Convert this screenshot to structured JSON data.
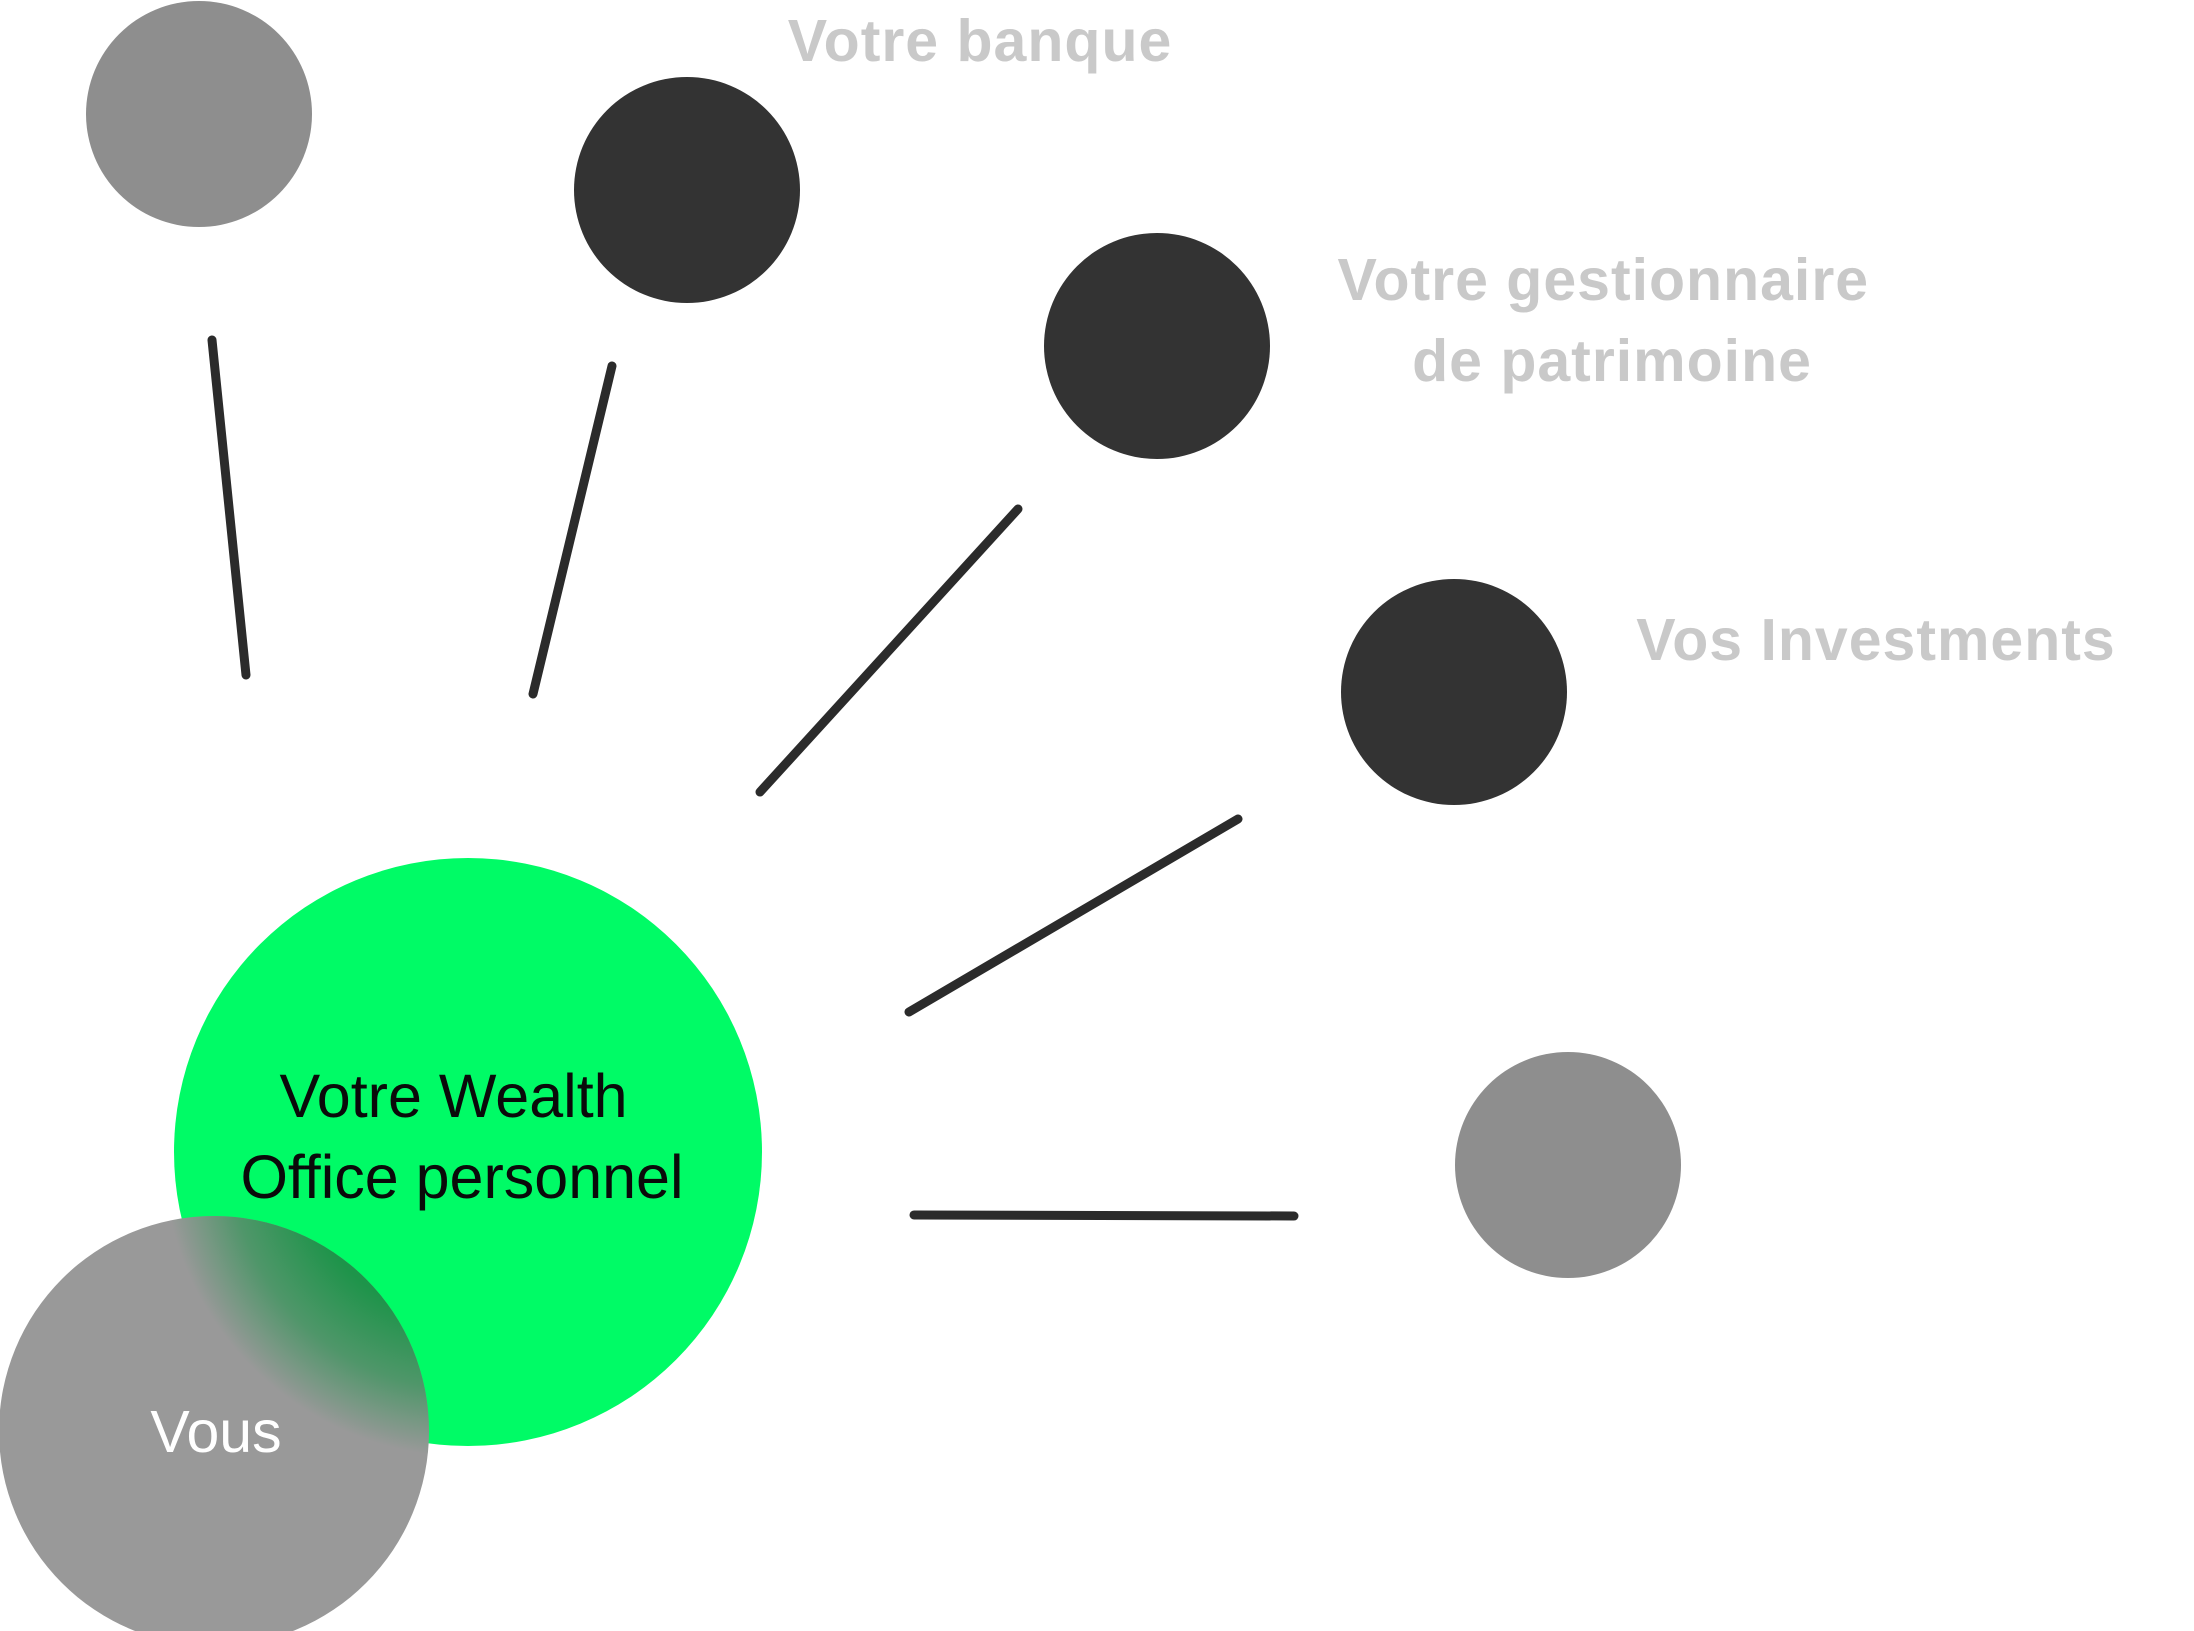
{
  "nodes": {
    "center_label": [
      "Votre Wealth",
      "Office personnel"
    ],
    "you_label": "Vous",
    "bank_label": "Votre banque",
    "wealth_manager_label": [
      "Votre gestionnaire",
      "de patrimoine"
    ],
    "investments_label": "Vos Investments"
  },
  "colors": {
    "center": "#00fb66",
    "dark_node": "#333333",
    "gray_node": "#8e8e8e",
    "you_node": "#999999",
    "you_overlap": "#1e944a",
    "label_gray": "#c9c9c9",
    "connector": "#2b2b2b"
  }
}
